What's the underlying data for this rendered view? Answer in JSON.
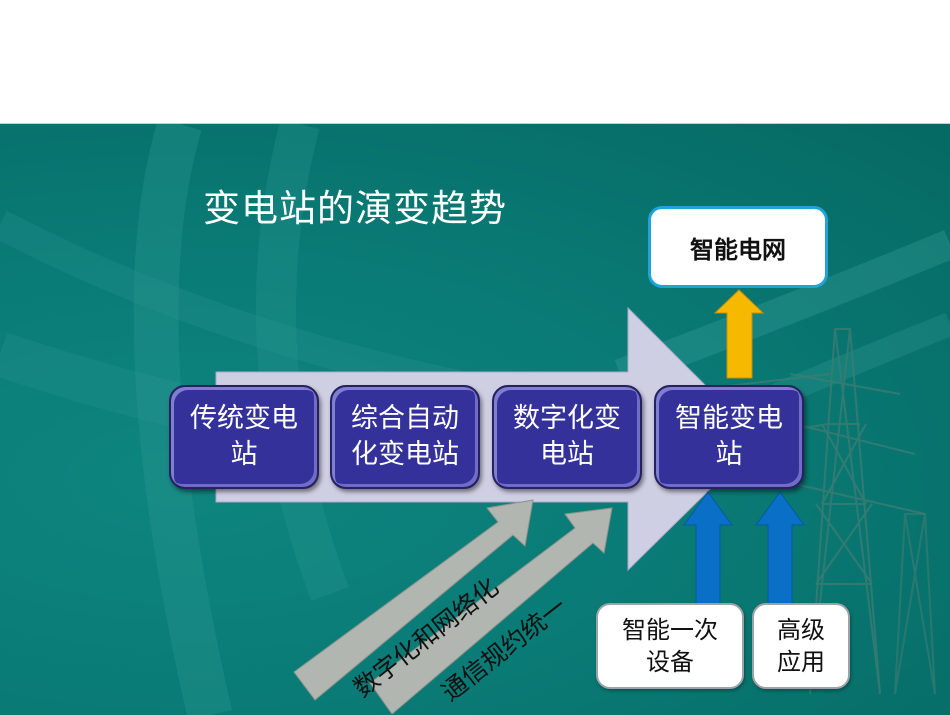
{
  "slide": {
    "title": "变电站的演变趋势"
  },
  "stages": [
    {
      "label": "传统变电站"
    },
    {
      "label": "综合自动化变电站"
    },
    {
      "label": "数字化变电站"
    },
    {
      "label": "智能变电站"
    }
  ],
  "output": {
    "label": "智能电网"
  },
  "inputs": [
    {
      "label": "智能一次设备"
    },
    {
      "label": "高级应用"
    }
  ],
  "drivers": [
    {
      "label": "数字化和网络化"
    },
    {
      "label": "通信规约统一"
    }
  ],
  "colors": {
    "background": "#0a7b76",
    "stage_box": "#35319a",
    "main_arrow": "#cfcfe3",
    "output_arrow": "#f7b900",
    "input_arrow": "#0a6fc7",
    "driver_arrow": "#b2b6b0",
    "output_border": "#1fa3d8"
  }
}
